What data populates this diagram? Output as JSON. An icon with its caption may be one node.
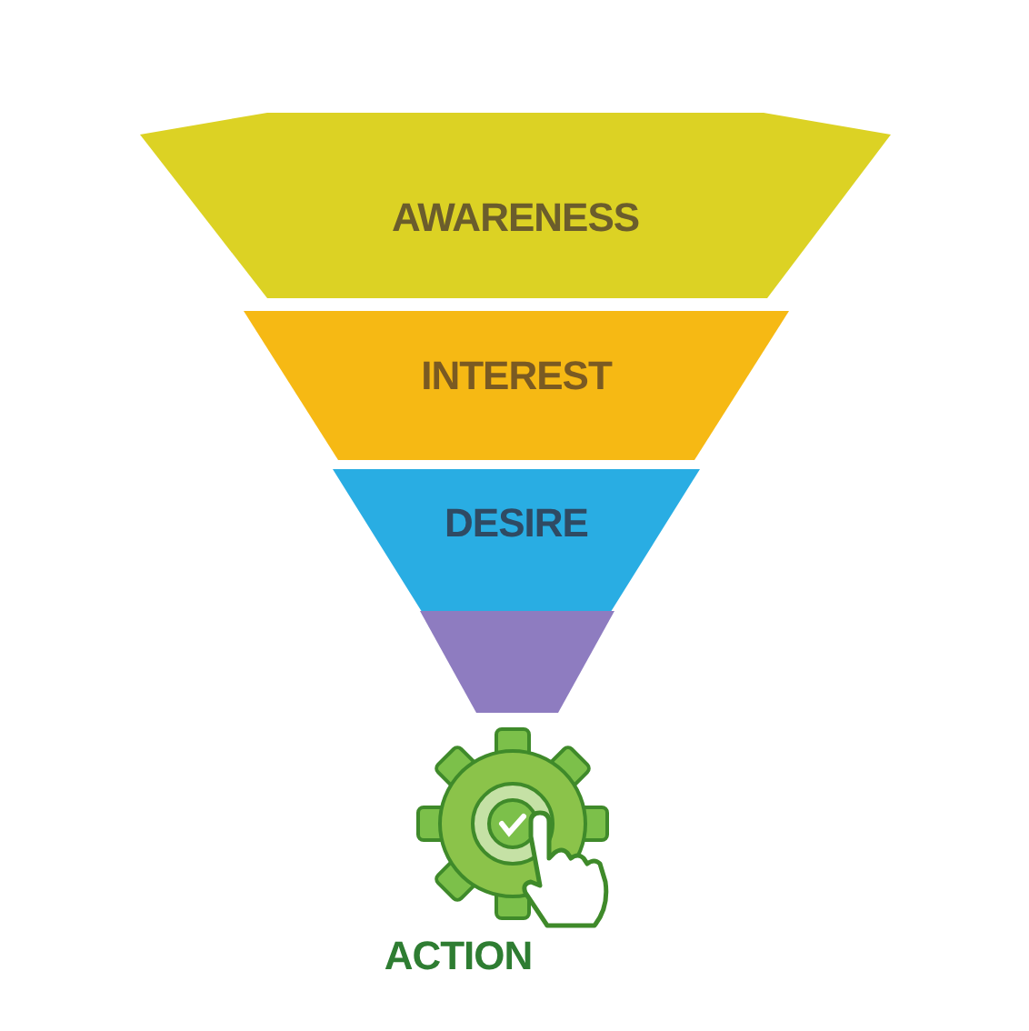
{
  "diagram": {
    "nodes": [
      {
        "text": [
          "AWARENESS"
        ]
      },
      {
        "text": [
          "INTEREST"
        ]
      },
      {
        "text": [
          "DESIRE"
        ]
      },
      {
        "text": [],
        "shape": "trapezoid"
      },
      {
        "text": [
          "ACTION"
        ]
      }
    ]
  }
}
